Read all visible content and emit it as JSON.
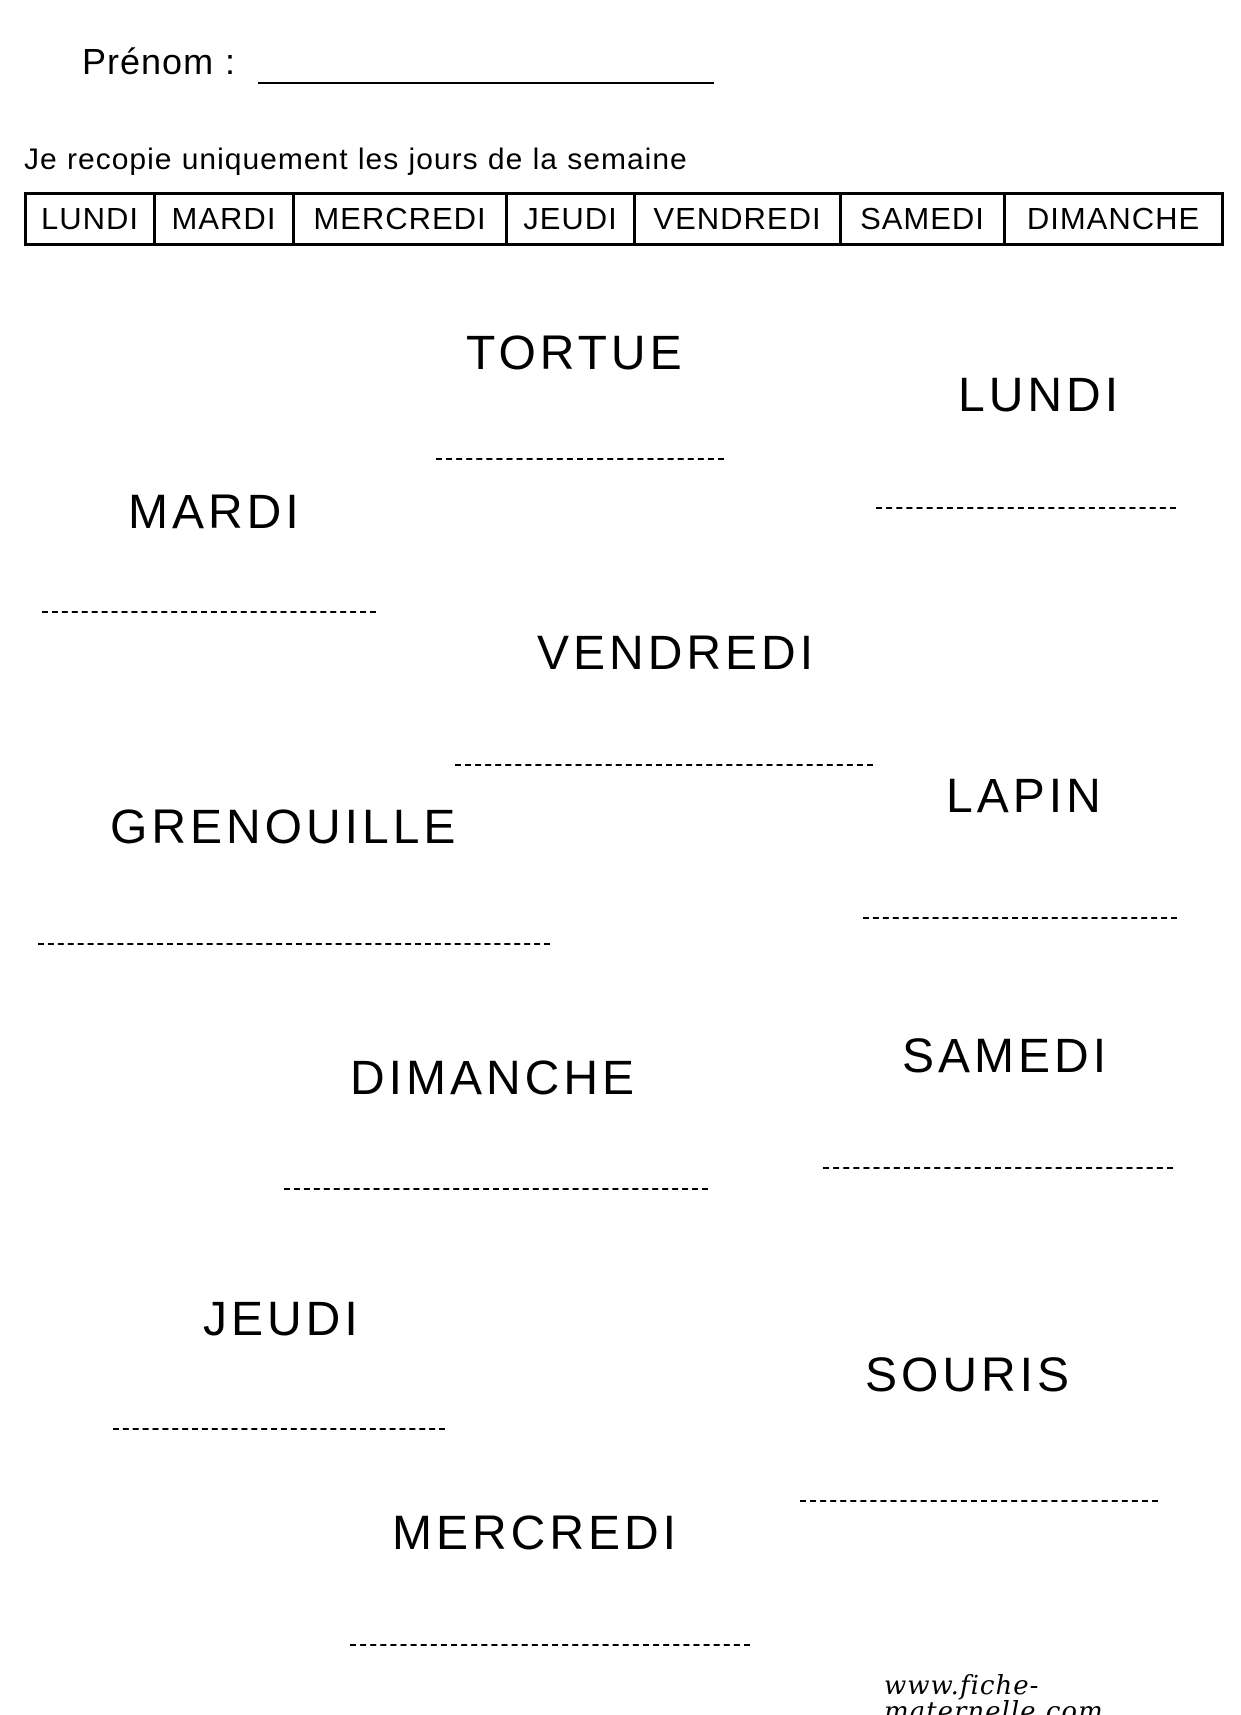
{
  "header": {
    "prenom_label": "Prénom :",
    "instruction": "Je recopie uniquement les jours de la semaine"
  },
  "days_table": [
    "LUNDI",
    "MARDI",
    "MERCREDI",
    "JEUDI",
    "VENDREDI",
    "SAMEDI",
    "DIMANCHE"
  ],
  "words": [
    "TORTUE",
    "LUNDI",
    "MARDI",
    "VENDREDI",
    "GRENOUILLE",
    "LAPIN",
    "DIMANCHE",
    "SAMEDI",
    "JEUDI",
    "SOURIS",
    "MERCREDI"
  ],
  "footer": {
    "website": "www.fiche-maternelle.com"
  }
}
